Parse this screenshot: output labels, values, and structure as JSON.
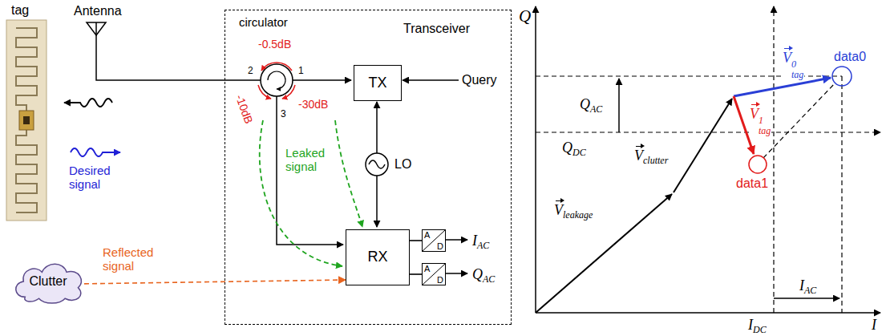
{
  "diagram": {
    "nodes": [
      {
        "text": [
          "Transceiver"
        ]
      },
      {
        "text": [
          "TX"
        ],
        "in": 0
      },
      {
        "text": [
          "RX"
        ],
        "in": 0
      },
      {
        "text": [
          "A",
          "D"
        ],
        "in": 0
      },
      {
        "text": [
          "A",
          "D"
        ],
        "in": 0
      },
      {
        "text": [
          "Clutter"
        ]
      }
    ],
    "edges": [
      {
        "from": 2,
        "to": 3,
        "arrow": "none"
      },
      {
        "from": 2,
        "to": 4,
        "arrow": "none"
      },
      {
        "from": 5,
        "to": 2,
        "label": "Reflected signal",
        "arrow": "to"
      }
    ],
    "labels": [
      "tag",
      "Antenna",
      "circulator",
      "-0.5dB",
      "-10dB",
      "-30dB",
      "2",
      "1",
      "3",
      "Query",
      "LO",
      "Leaked signal",
      "Desired signal",
      "IAC",
      "QAC",
      "Q",
      "data0",
      "Vtag0",
      "QAC",
      "QDC",
      "Vclutter",
      "Vtag1",
      "data1",
      "IAC",
      "Vleakage",
      "IDC",
      "I"
    ]
  }
}
